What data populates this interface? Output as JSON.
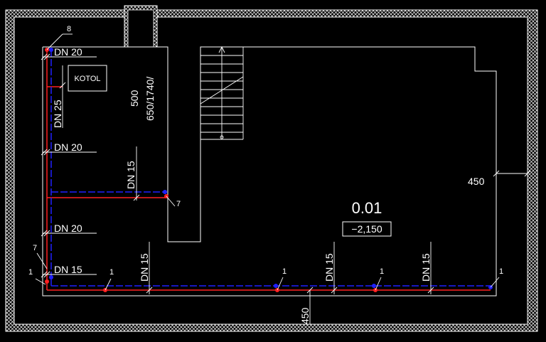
{
  "room": {
    "label": "0.01",
    "level": "−2,150"
  },
  "equipment": {
    "boiler_label": "KOTOL"
  },
  "pipe_labels": {
    "riser_top": "DN 20",
    "vertical_main": "DN 25",
    "branch_mid": "DN 20",
    "branch_lower": "DN 20",
    "branch_bottom": "DN 15",
    "horizontal_branch": "DN 15",
    "floor_run_1": "DN 15",
    "floor_run_2": "DN 15",
    "floor_run_3": "DN 15"
  },
  "markers": {
    "top_left": "8",
    "left_lower": "7",
    "mid_branch": "7",
    "points": [
      "1",
      "1",
      "1",
      "1",
      "1"
    ]
  },
  "dimensions": {
    "right_wall": "450",
    "bottom_wall": "450",
    "opening_height": "500",
    "opening_size": "650/1740/"
  },
  "colors": {
    "background": "#000000",
    "lines": "#ffffff",
    "supply_pipe": "#ff2020",
    "return_pipe": "#2020ff"
  }
}
